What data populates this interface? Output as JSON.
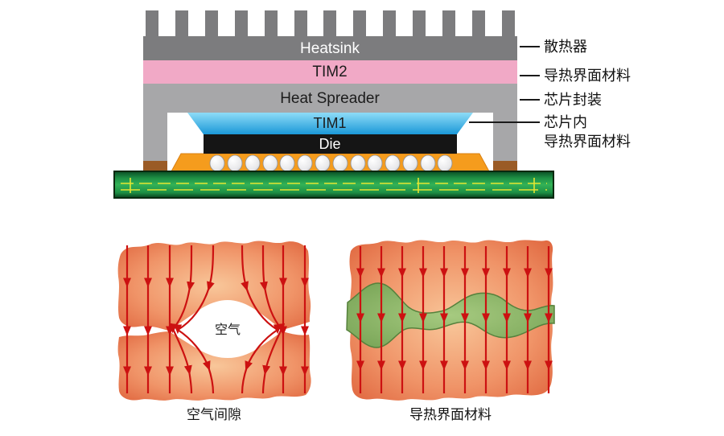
{
  "stack": {
    "layers": {
      "heatsink": "Heatsink",
      "tim2": "TIM2",
      "heat_spreader": "Heat Spreader",
      "tim1": "TIM1",
      "die": "Die"
    },
    "callouts": {
      "heatsink": "散热器",
      "tim": "导热界面材料",
      "package": "芯片封装",
      "inchip_line1": "芯片内",
      "inchip_line2": "导热界面材料"
    }
  },
  "figures": {
    "air": {
      "inner_label": "空气",
      "caption": "空气间隙"
    },
    "tim": {
      "caption": "导热界面材料"
    }
  },
  "colors": {
    "heatsink": "#7c7c7e",
    "tim2": "#f1a9c6",
    "spreader": "#a7a7a9",
    "tim1": "#2fa8dd",
    "die": "#151515",
    "substrate": "#f59c1d",
    "solder_pad": "#9a5b26",
    "pcb_green": "#1d8f44",
    "trace_yellow": "#e5e531",
    "blob_orange": "#ef8c5f",
    "tim_green": "#7fa95c",
    "flow_red": "#cc1111",
    "air_white": "#ffffff"
  }
}
